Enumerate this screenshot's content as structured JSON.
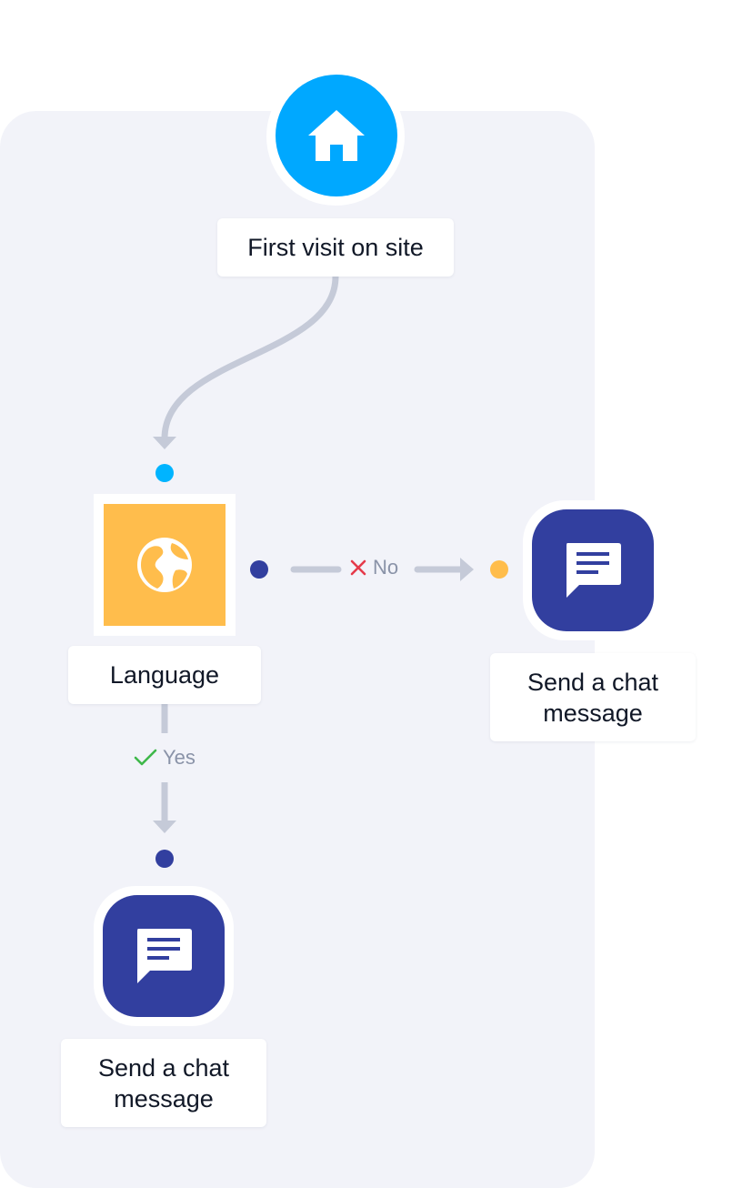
{
  "colors": {
    "panel": "#f2f3f9",
    "trigger": "#00a8ff",
    "condition": "#ffbd4c",
    "action": "#323f9f",
    "connector": "#c5cad8",
    "dot_trigger": "#00b4ff",
    "dot_action": "#323f9f",
    "dot_condition": "#ffbd4c",
    "yes": "#3fb84a",
    "no": "#e53a4a"
  },
  "nodes": {
    "trigger": {
      "label": "First visit on site",
      "icon": "home-icon"
    },
    "condition": {
      "label": "Language",
      "icon": "globe-icon"
    },
    "action_right": {
      "label_line1": "Send a chat",
      "label_line2": "message",
      "icon": "chat-message-icon"
    },
    "action_bottom": {
      "label_line1": "Send a chat",
      "label_line2": "message",
      "icon": "chat-message-icon"
    }
  },
  "edges": {
    "no_label": "No",
    "yes_label": "Yes"
  }
}
